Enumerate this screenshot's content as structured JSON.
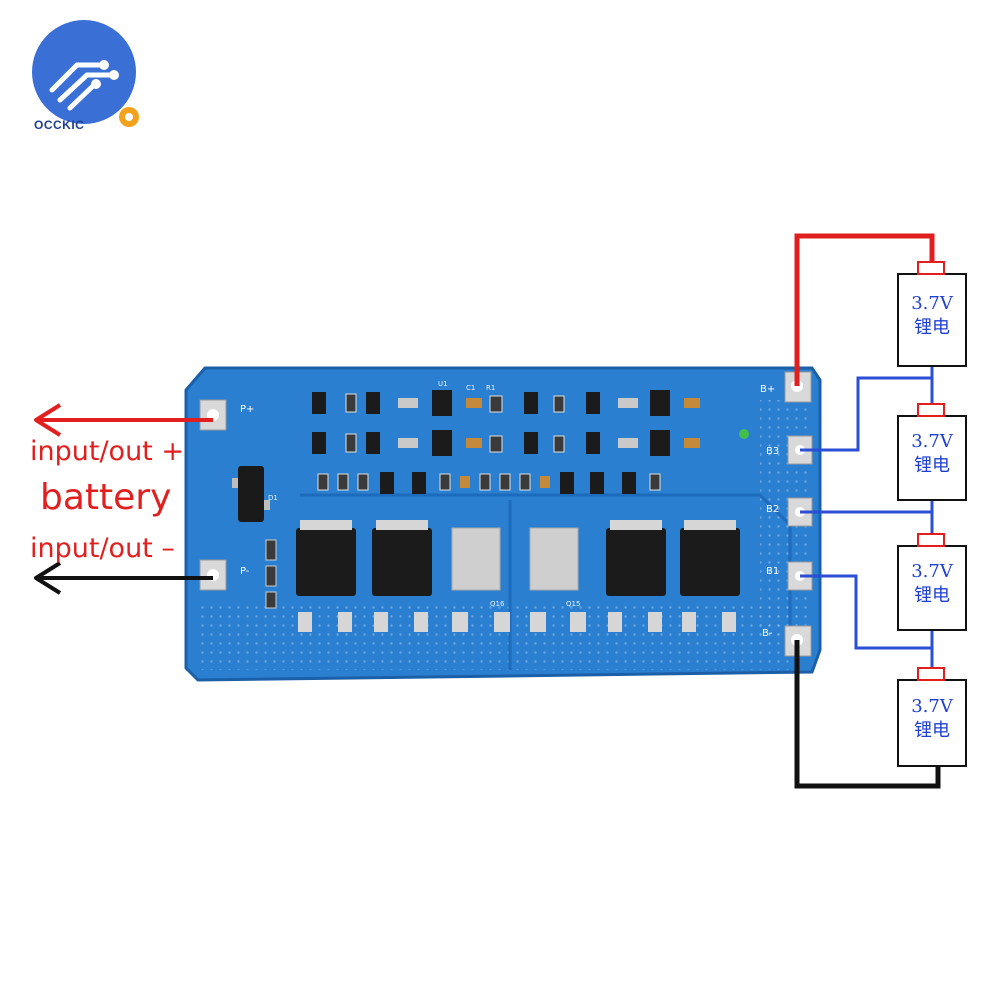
{
  "logo": {
    "brand": "OCCKIC"
  },
  "labels": {
    "plus": "input/out +",
    "battery": "battery",
    "minus": "input/out –"
  },
  "pads": {
    "p_plus": "P+",
    "p_minus": "P-",
    "b_plus": "B+",
    "b3": "B3",
    "b2": "B2",
    "b1": "B1",
    "b_minus": "B-"
  },
  "components": {
    "q16": "Q16",
    "q15": "Q15",
    "d1": "D1",
    "r1": "R1",
    "c1": "C1",
    "u1": "U1"
  },
  "cells": [
    {
      "voltage": "3.7V",
      "type": "锂电"
    },
    {
      "voltage": "3.7V",
      "type": "锂电"
    },
    {
      "voltage": "3.7V",
      "type": "锂电"
    },
    {
      "voltage": "3.7V",
      "type": "锂电"
    }
  ],
  "colors": {
    "board": "#2a7fd0",
    "wire_positive": "#e21f1f",
    "wire_negative": "#111111",
    "wire_balance": "#2a4fd6",
    "label_red": "#e21f1f",
    "cell_text": "#1f3fd0"
  }
}
